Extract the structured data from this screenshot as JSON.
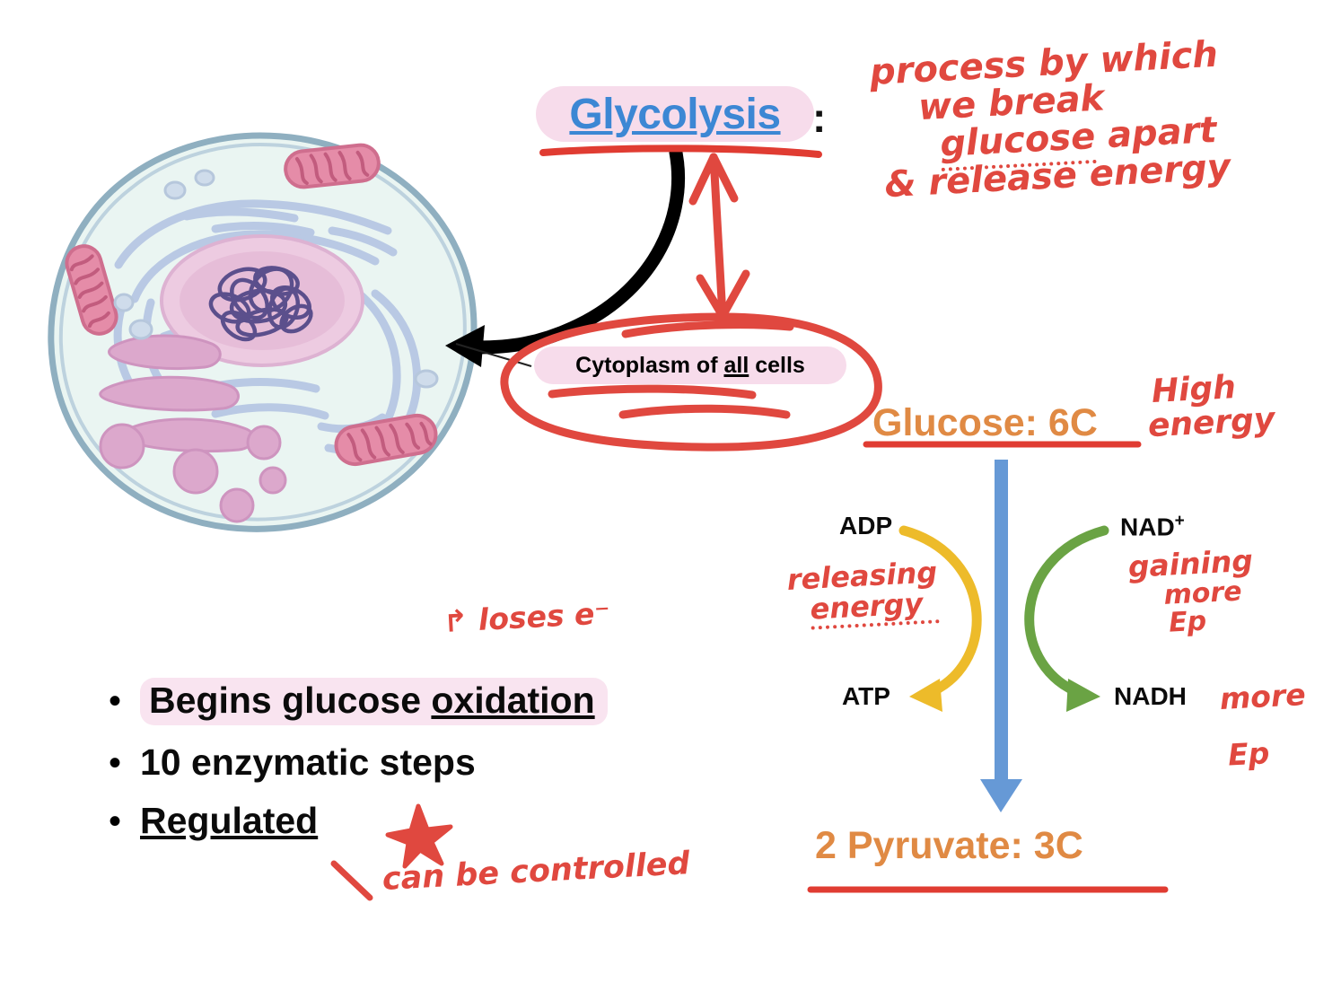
{
  "slide": {
    "title": "Glycolysis",
    "title_colon": ":",
    "cytoplasm_label_pre": "Cytoplasm of ",
    "cytoplasm_label_underlined": "all",
    "cytoplasm_label_post": " cells"
  },
  "pathway": {
    "input_label": "Glucose:  6C",
    "output_label": "2 Pyruvate:  3C",
    "adp": "ADP",
    "atp": "ATP",
    "nad_plus_base": "NAD",
    "nad_plus_sup": "+",
    "nadh": "NADH"
  },
  "bullets": [
    {
      "marker": "•",
      "pre": "Begins glucose ",
      "underlined": "oxidation",
      "post": "",
      "highlighted": true
    },
    {
      "marker": "•",
      "pre": "10 enzymatic steps",
      "underlined": "",
      "post": "",
      "highlighted": false
    },
    {
      "marker": "•",
      "pre": "",
      "underlined": "Regulated",
      "post": "",
      "highlighted": false
    }
  ],
  "annotations": {
    "top_note": {
      "line1": "process by  which",
      "line2": "we  break",
      "line3_word": "glucose",
      "line3_rest": "  apart",
      "line4": "& release  energy"
    },
    "high_energy": {
      "line1": "High",
      "line2": "energy"
    },
    "releasing": {
      "line1": "releasing",
      "line2": "energy"
    },
    "gaining": {
      "line1": "gaining",
      "line2": "more",
      "line3": "Ep"
    },
    "more_ep": {
      "line1": "more",
      "line2": "Ep"
    },
    "loses_electron": "↱ loses   e⁻",
    "can_be_controlled": "can  be   controlled",
    "star": "red-star"
  },
  "colors": {
    "title_blue": "#3C87D4",
    "highlight_pink": "#F7DCEB",
    "annotation_red": "#E0483F",
    "underline_red": "#E03C32",
    "orange": "#E08A44",
    "blue_arrow": "#6699D6",
    "yellow_arrow": "#EDBB2A",
    "green_arrow": "#6AA344",
    "cell_membrane": "#8FAFC0",
    "cytosol": "#EAF5F2",
    "nucleus_pink": "#E8C4DC",
    "chromatin": "#5B4F8C",
    "er_blue": "#C6D3E8",
    "mitochondria_pink": "#E58CA8",
    "vesicle_pink": "#DCA8CC"
  },
  "cell_diagram": {
    "name": "animal-cell-illustration",
    "organelles": [
      "cell-membrane",
      "nucleus",
      "chromatin",
      "endoplasmic-reticulum",
      "mitochondrion",
      "vesicle"
    ]
  }
}
